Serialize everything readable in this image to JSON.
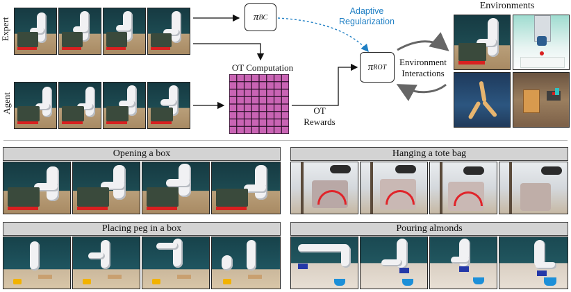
{
  "top": {
    "row_labels": {
      "expert": "Expert",
      "agent": "Agent"
    },
    "policy_bc": {
      "base": "π",
      "sup": "BC"
    },
    "policy_rot": {
      "base": "π",
      "sup": "ROT"
    },
    "ot_computation": "OT Computation",
    "ot_rewards_line1": "OT",
    "ot_rewards_line2": "Rewards",
    "adaptive_line1": "Adaptive",
    "adaptive_line2": "Regularization",
    "env_interactions_line1": "Environment",
    "env_interactions_line2": "Interactions",
    "environments_title": "Environments",
    "colors": {
      "adaptive": "#1f7fc4",
      "grid_fill": "#c964b4",
      "grid_line": "#2a0f28"
    }
  },
  "tasks": [
    {
      "title": "Opening a box"
    },
    {
      "title": "Hanging a tote bag"
    },
    {
      "title": "Placing peg in a box"
    },
    {
      "title": "Pouring almonds"
    }
  ]
}
